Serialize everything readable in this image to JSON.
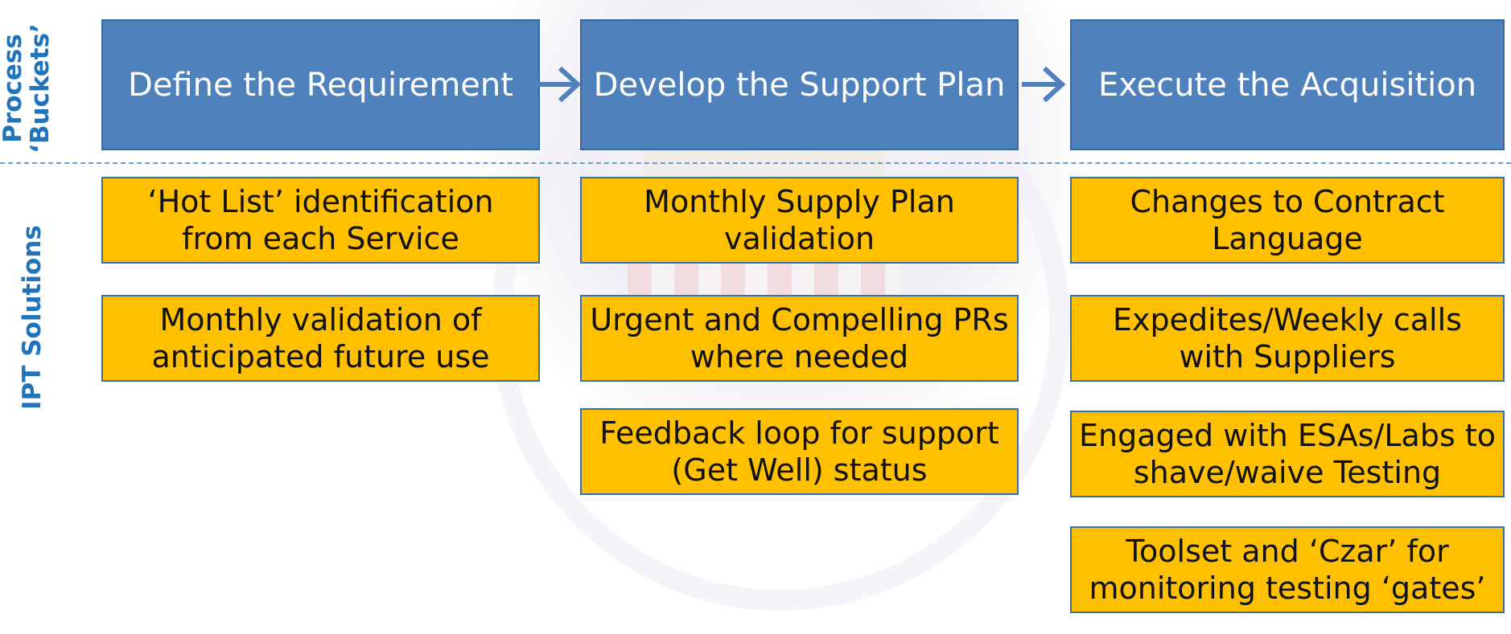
{
  "side_labels": {
    "process": "Process\n‘Buckets’",
    "process_line1": "Process",
    "process_line2": "‘Buckets’",
    "ipt": "IPT Solutions"
  },
  "buckets": [
    "Define the Requirement",
    "Develop the Support Plan",
    "Execute the Acquisition"
  ],
  "solutions": {
    "col1": [
      "‘Hot List’ identification from each Service",
      "Monthly validation of anticipated future use"
    ],
    "col2": [
      "Monthly Supply Plan validation",
      "Urgent and Compelling PRs where needed",
      "Feedback loop for support (Get Well) status"
    ],
    "col3": [
      "Changes to Contract Language",
      "Expedites/Weekly calls with Suppliers",
      "Engaged with ESAs/Labs to shave/waive Testing",
      "Toolset and ‘Czar’ for monitoring testing ‘gates’"
    ]
  },
  "colors": {
    "bucket_fill": "#4f81bd",
    "solution_fill": "#ffc000",
    "label_text": "#1f74bb",
    "arrow": "#4f81bd"
  }
}
